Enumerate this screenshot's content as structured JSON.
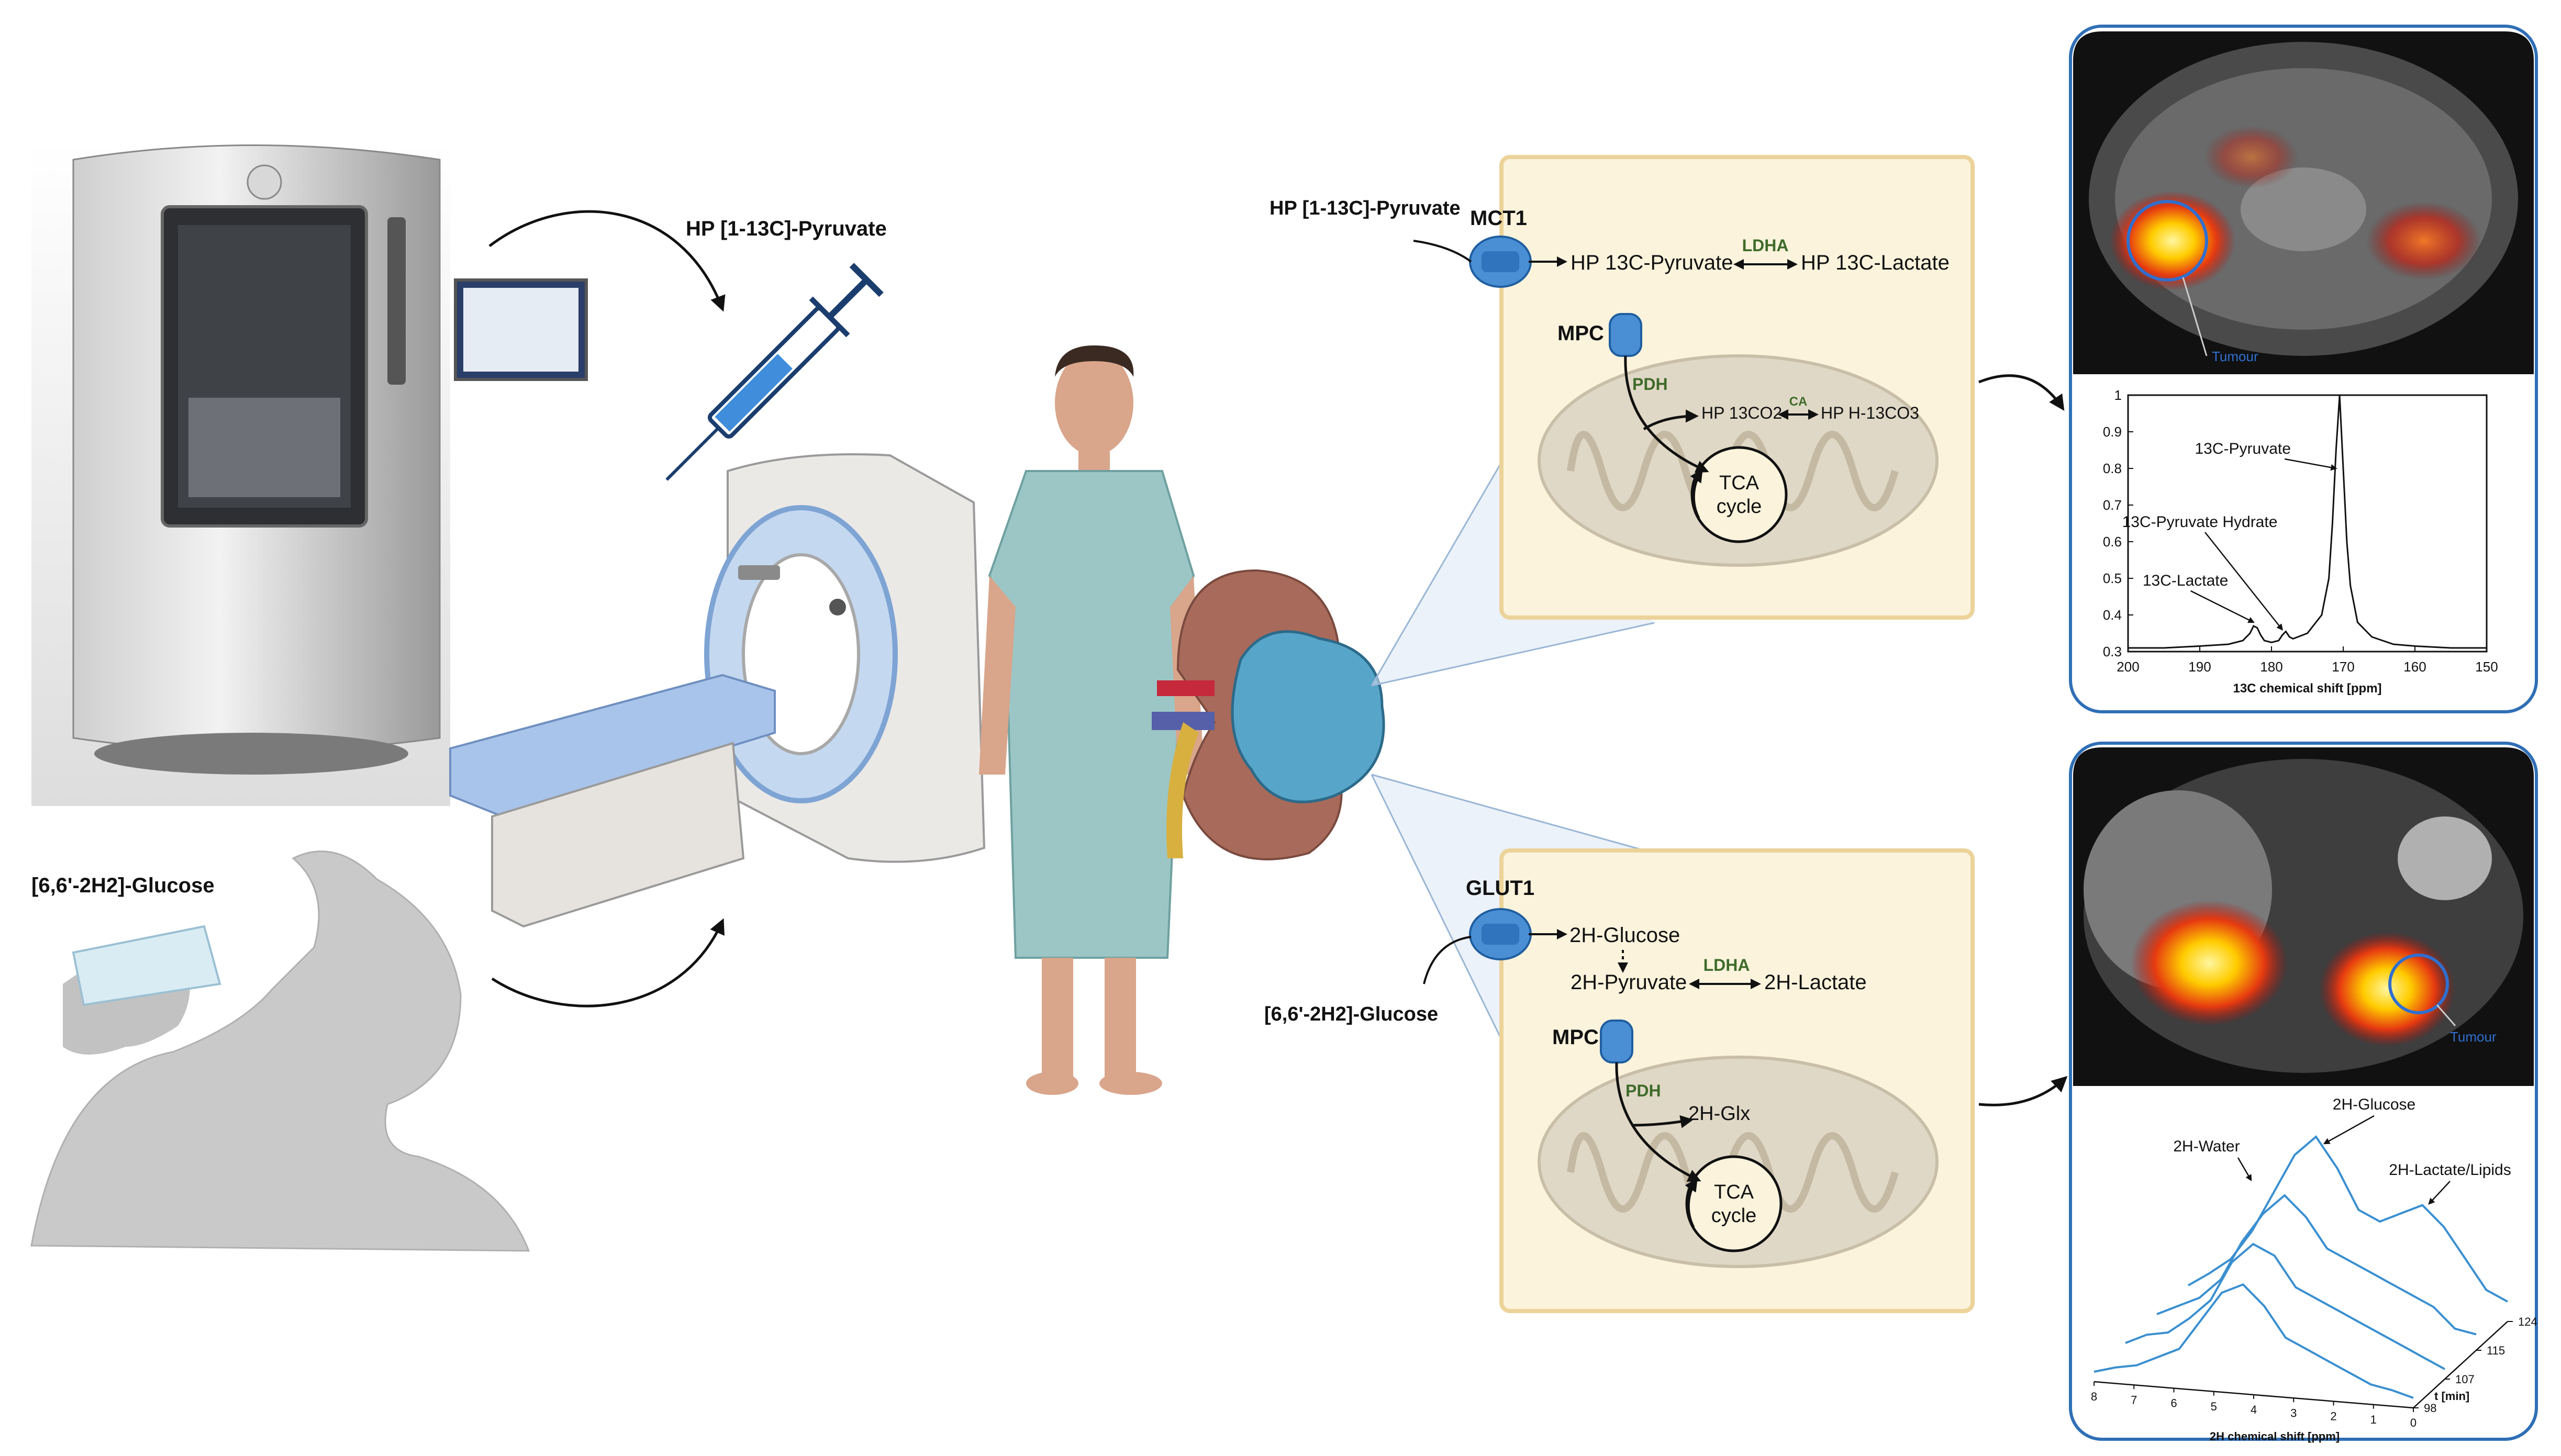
{
  "labels": {
    "pyruvate_syringe": "HP [1-13C]-Pyruvate",
    "glucose_drink": "[6,6'-2H2]-Glucose",
    "pyruvate_entry": "HP [1-13C]-Pyruvate",
    "glucose_entry": "[6,6'-2H2]-Glucose"
  },
  "panel_top": {
    "transporter": "MCT1",
    "mpc": "MPC",
    "substrate": "HP 13C-Pyruvate",
    "enzyme_ldha": "LDHA",
    "product_lactate": "HP 13C-Lactate",
    "enzyme_pdh": "PDH",
    "co2": "HP 13CO2",
    "enzyme_ca": "CA",
    "bicarbonate": "HP H-13CO3",
    "tca": [
      "TCA",
      "cycle"
    ]
  },
  "panel_bottom": {
    "transporter": "GLUT1",
    "mpc": "MPC",
    "glucose": "2H-Glucose",
    "pyruvate": "2H-Pyruvate",
    "enzyme_ldha": "LDHA",
    "lactate": "2H-Lactate",
    "enzyme_pdh": "PDH",
    "glx": "2H-Glx",
    "tca": [
      "TCA",
      "cycle"
    ]
  },
  "image_labels": {
    "tumour_top": "Tumour",
    "tumour_bottom": "Tumour"
  },
  "chart_data": [
    {
      "type": "line",
      "xlabel": "13C chemical shift [ppm]",
      "ylabel": "",
      "xlim": [
        200,
        150
      ],
      "ylim": [
        0.3,
        1
      ],
      "x_ticks": [
        200,
        190,
        180,
        170,
        160,
        150
      ],
      "y_ticks": [
        0.3,
        0.4,
        0.5,
        0.6,
        0.7,
        0.8,
        0.9,
        1
      ],
      "series": [
        {
          "x": [
            200,
            195,
            190,
            186,
            184,
            183,
            182.5,
            182,
            181.5,
            181,
            180,
            179,
            178.5,
            178,
            177.5,
            177,
            175,
            173,
            172,
            171.5,
            171,
            170.5,
            170,
            169.5,
            169,
            168,
            166,
            163,
            160,
            155,
            150
          ],
          "y": [
            0.31,
            0.31,
            0.315,
            0.32,
            0.33,
            0.35,
            0.37,
            0.365,
            0.345,
            0.33,
            0.325,
            0.33,
            0.345,
            0.355,
            0.34,
            0.335,
            0.35,
            0.4,
            0.5,
            0.65,
            0.85,
            1.0,
            0.8,
            0.6,
            0.48,
            0.38,
            0.34,
            0.32,
            0.315,
            0.31,
            0.31
          ]
        }
      ],
      "annotations": [
        "13C-Pyruvate",
        "13C-Pyruvate Hydrate",
        "13C-Lactate"
      ]
    },
    {
      "type": "line",
      "xlabel": "2H chemical shift [ppm]",
      "ylabel": "t [min]",
      "x_ticks": [
        8,
        7,
        6,
        5,
        4,
        3,
        2,
        1,
        0
      ],
      "t_ticks": [
        98,
        107,
        115,
        124
      ],
      "series": [
        {
          "name": "98",
          "values": [
            0.05,
            0.08,
            0.1,
            0.15,
            0.2,
            0.35,
            0.5,
            0.55,
            0.45,
            0.3,
            0.25,
            0.2,
            0.15,
            0.1,
            0.08,
            0.05
          ]
        },
        {
          "name": "107",
          "values": [
            0.05,
            0.1,
            0.12,
            0.2,
            0.3,
            0.5,
            0.6,
            0.55,
            0.4,
            0.35,
            0.3,
            0.25,
            0.2,
            0.15,
            0.1,
            0.05
          ]
        },
        {
          "name": "115",
          "values": [
            0.05,
            0.1,
            0.15,
            0.25,
            0.45,
            0.6,
            0.7,
            0.6,
            0.45,
            0.4,
            0.35,
            0.3,
            0.25,
            0.2,
            0.1,
            0.08
          ]
        },
        {
          "name": "124",
          "values": [
            0.05,
            0.12,
            0.2,
            0.35,
            0.55,
            0.75,
            0.85,
            0.7,
            0.5,
            0.45,
            0.5,
            0.55,
            0.45,
            0.3,
            0.15,
            0.1
          ]
        }
      ],
      "annotations": [
        "2H-Water",
        "2H-Glucose",
        "2H-Lactate/Lipids"
      ]
    }
  ],
  "colors": {
    "panel_fill": "#fbf3dc",
    "panel_border": "#ecd39a",
    "transporter": "#4a8fd4",
    "enzyme_text": "#3e6b2a",
    "mito_fill": "#e0d8c6",
    "chart_border": "#2f6fb6",
    "spectrum_line": "#111111",
    "spectrum2_line": "#3a8fd0",
    "tumour_outline": "#2f6fd0"
  }
}
